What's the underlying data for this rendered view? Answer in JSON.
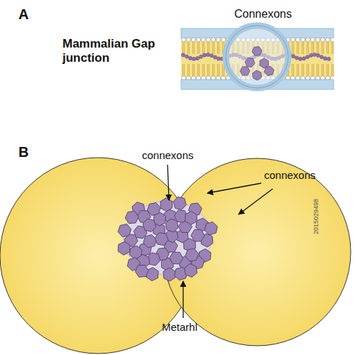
{
  "diagram": {
    "title": "Mammalian Gap junction",
    "labels": [
      "A",
      "Connexons",
      "B",
      "connexons",
      "connexons",
      "Metarhl",
      "2015029498"
    ]
  }
}
